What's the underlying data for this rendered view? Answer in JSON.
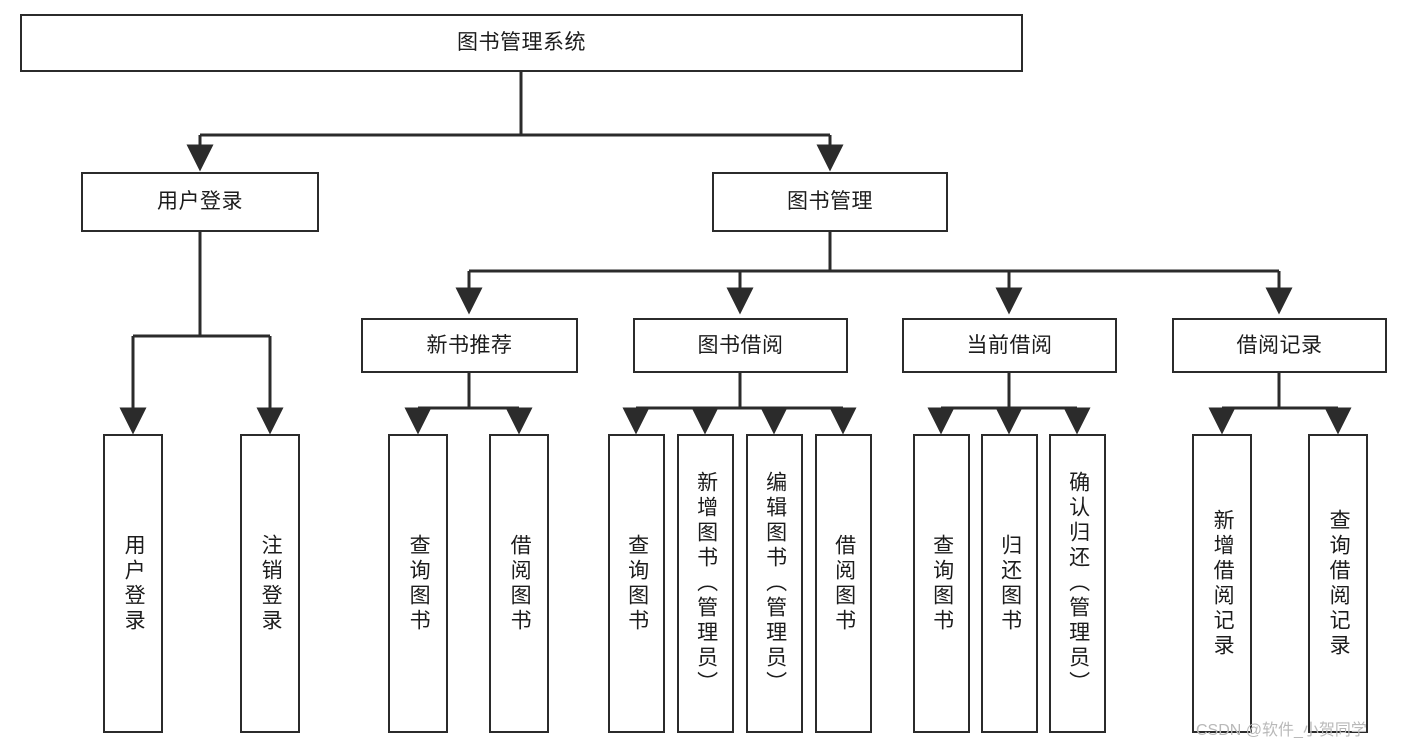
{
  "diagram": {
    "title": "图书管理系统",
    "type": "tree-hierarchy",
    "levels": [
      {
        "level": 1,
        "nodes": [
          {
            "id": "root",
            "label": "图书管理系统",
            "orientation": "horizontal"
          }
        ]
      },
      {
        "level": 2,
        "nodes": [
          {
            "id": "user-login",
            "label": "用户登录",
            "orientation": "horizontal",
            "parent": "root"
          },
          {
            "id": "book-manage",
            "label": "图书管理",
            "orientation": "horizontal",
            "parent": "root"
          }
        ]
      },
      {
        "level": 3,
        "nodes": [
          {
            "id": "new-book-rec",
            "label": "新书推荐",
            "orientation": "horizontal",
            "parent": "book-manage"
          },
          {
            "id": "book-borrow",
            "label": "图书借阅",
            "orientation": "horizontal",
            "parent": "book-manage"
          },
          {
            "id": "current-borrow",
            "label": "当前借阅",
            "orientation": "horizontal",
            "parent": "book-manage"
          },
          {
            "id": "borrow-record",
            "label": "借阅记录",
            "orientation": "horizontal",
            "parent": "book-manage"
          }
        ]
      },
      {
        "level": 4,
        "nodes": [
          {
            "id": "leaf-user-login",
            "label": "用户登录",
            "orientation": "vertical",
            "parent": "user-login"
          },
          {
            "id": "leaf-logout",
            "label": "注销登录",
            "orientation": "vertical",
            "parent": "user-login"
          },
          {
            "id": "leaf-query-book-1",
            "label": "查询图书",
            "orientation": "vertical",
            "parent": "new-book-rec"
          },
          {
            "id": "leaf-borrow-book-1",
            "label": "借阅图书",
            "orientation": "vertical",
            "parent": "new-book-rec"
          },
          {
            "id": "leaf-query-book-2",
            "label": "查询图书",
            "orientation": "vertical",
            "parent": "book-borrow"
          },
          {
            "id": "leaf-add-book",
            "label": "新增图书（管理员）",
            "orientation": "vertical",
            "parent": "book-borrow"
          },
          {
            "id": "leaf-edit-book",
            "label": "编辑图书（管理员）",
            "orientation": "vertical",
            "parent": "book-borrow"
          },
          {
            "id": "leaf-borrow-book-2",
            "label": "借阅图书",
            "orientation": "vertical",
            "parent": "book-borrow"
          },
          {
            "id": "leaf-query-book-3",
            "label": "查询图书",
            "orientation": "vertical",
            "parent": "current-borrow"
          },
          {
            "id": "leaf-return-book",
            "label": "归还图书",
            "orientation": "vertical",
            "parent": "current-borrow"
          },
          {
            "id": "leaf-confirm-return",
            "label": "确认归还（管理员）",
            "orientation": "vertical",
            "parent": "current-borrow"
          },
          {
            "id": "leaf-add-record",
            "label": "新增借阅记录",
            "orientation": "vertical",
            "parent": "borrow-record"
          },
          {
            "id": "leaf-query-record",
            "label": "查询借阅记录",
            "orientation": "vertical",
            "parent": "borrow-record"
          }
        ]
      }
    ],
    "colors": {
      "stroke": "#2b2b2b",
      "fill": "#ffffff",
      "text": "#1c1c1c",
      "watermark": "#b9b9b9"
    }
  },
  "watermark": {
    "text": "CSDN @软件_小贺同学"
  }
}
